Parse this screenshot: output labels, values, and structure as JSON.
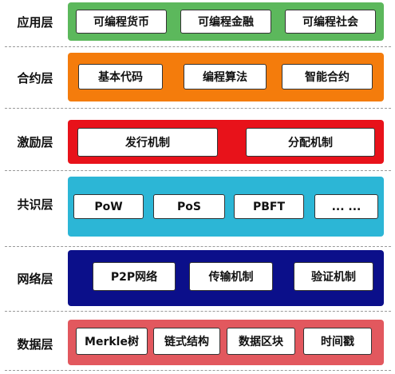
{
  "layers": [
    {
      "label": "应用层",
      "color": "#5cb85c",
      "items": [
        "可编程货币",
        "可编程金融",
        "可编程社会"
      ]
    },
    {
      "label": "合约层",
      "color": "#f47c0c",
      "items": [
        "基本代码",
        "编程算法",
        "智能合约"
      ]
    },
    {
      "label": "激励层",
      "color": "#e8121a",
      "items": [
        "发行机制",
        "分配机制"
      ]
    },
    {
      "label": "共识层",
      "color": "#2cb6d6",
      "items": [
        "PoW",
        "PoS",
        "PBFT",
        "... ..."
      ]
    },
    {
      "label": "网络层",
      "color": "#0b0f8a",
      "items": [
        "P2P网络",
        "传输机制",
        "验证机制"
      ]
    },
    {
      "label": "数据层",
      "color": "#e2585e",
      "items": [
        "Merkle树",
        "链式结构",
        "数据区块",
        "时间戳"
      ]
    }
  ]
}
